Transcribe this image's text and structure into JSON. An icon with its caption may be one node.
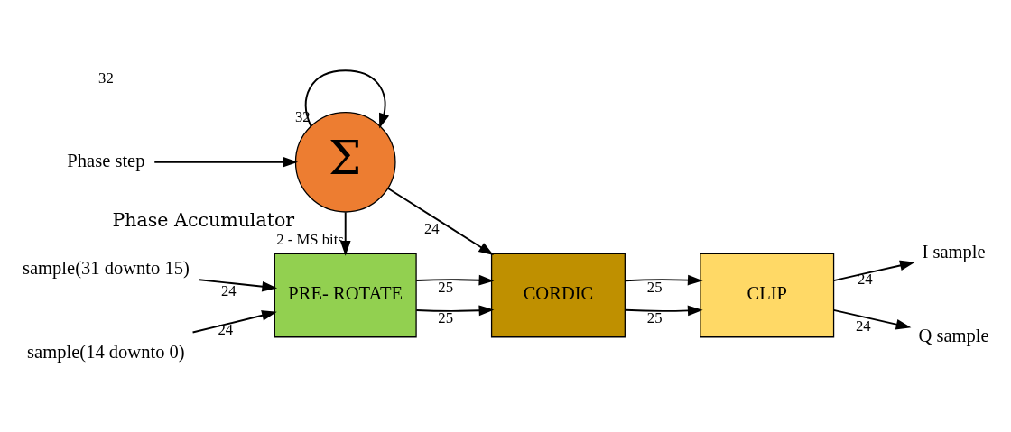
{
  "diagram": {
    "nodes": [
      {
        "text": [
          "Σ"
        ],
        "beside": [
          "Phase Accumulator"
        ]
      },
      {
        "text": [
          "Phase step"
        ]
      },
      {
        "text": [
          "PRE- ROTATE"
        ]
      },
      {
        "text": [
          "CORDIC"
        ]
      },
      {
        "text": [
          "CLIP"
        ]
      },
      {
        "text": [
          "sample(31 downto 15)"
        ]
      },
      {
        "text": [
          "sample(14 downto 0)"
        ]
      },
      {
        "text": [
          "I sample"
        ]
      },
      {
        "text": [
          "Q sample"
        ]
      }
    ],
    "edges": [
      {
        "from": 1,
        "to": 0,
        "arrow": "to"
      },
      {
        "from": 0,
        "to": 0,
        "arrow": "to",
        "label": "32"
      },
      {
        "from": 0,
        "to": 2,
        "arrow": "to",
        "label": "2 - MS bits"
      },
      {
        "from": 0,
        "to": 3,
        "arrow": "to",
        "label": "24"
      },
      {
        "from": 5,
        "to": 2,
        "arrow": "to",
        "label": "24"
      },
      {
        "from": 6,
        "to": 2,
        "arrow": "to",
        "label": "24"
      },
      {
        "from": 2,
        "to": 3,
        "arrow": "to",
        "label": "25"
      },
      {
        "from": 2,
        "to": 3,
        "arrow": "to",
        "label": "25"
      },
      {
        "from": 3,
        "to": 4,
        "arrow": "to",
        "label": "25"
      },
      {
        "from": 3,
        "to": 4,
        "arrow": "to",
        "label": "25"
      },
      {
        "from": 4,
        "to": 7,
        "arrow": "to",
        "label": "24"
      },
      {
        "from": 4,
        "to": 8,
        "arrow": "to",
        "label": "24"
      }
    ],
    "labels": [
      "32"
    ]
  }
}
